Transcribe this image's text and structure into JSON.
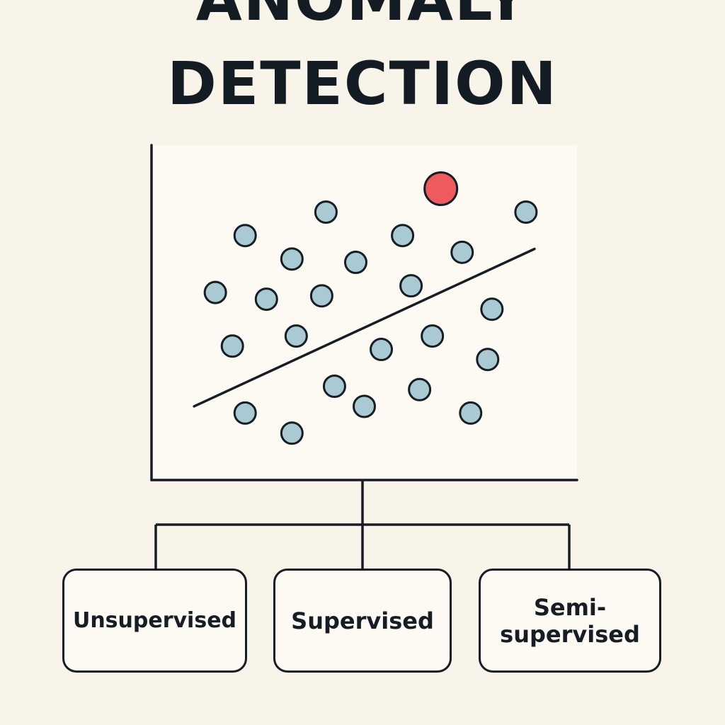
{
  "title": {
    "line1": "ANOMALY",
    "line2": "DETECTION"
  },
  "colors": {
    "background": "#f9f4ea",
    "panel": "#fcfaf3",
    "stroke": "#161d24",
    "normal_point": "#a9c9d3",
    "anomaly_point": "#ef5a5f"
  },
  "chart_data": {
    "type": "scatter",
    "title": "",
    "xlabel": "",
    "ylabel": "",
    "xlim": [
      0,
      10
    ],
    "ylim": [
      0,
      10
    ],
    "grid": false,
    "normal_points": [
      [
        2.2,
        7.3
      ],
      [
        4.1,
        8.0
      ],
      [
        3.3,
        6.6
      ],
      [
        4.8,
        6.5
      ],
      [
        5.9,
        7.3
      ],
      [
        7.3,
        6.8
      ],
      [
        8.8,
        8.0
      ],
      [
        1.5,
        5.6
      ],
      [
        2.7,
        5.4
      ],
      [
        4.0,
        5.5
      ],
      [
        6.1,
        5.8
      ],
      [
        8.0,
        5.1
      ],
      [
        1.9,
        4.0
      ],
      [
        3.4,
        4.3
      ],
      [
        5.4,
        3.9
      ],
      [
        6.6,
        4.3
      ],
      [
        7.9,
        3.6
      ],
      [
        4.3,
        2.8
      ],
      [
        5.0,
        2.2
      ],
      [
        6.3,
        2.7
      ],
      [
        2.2,
        2.0
      ],
      [
        3.3,
        1.4
      ],
      [
        7.5,
        2.0
      ]
    ],
    "anomaly_points": [
      [
        6.8,
        8.7
      ]
    ],
    "trend_line": [
      [
        1.0,
        2.2
      ],
      [
        9.0,
        6.9
      ]
    ]
  },
  "categories": [
    {
      "label": "Unsupervised"
    },
    {
      "label": "Supervised"
    },
    {
      "label": "Semi-\nsupervised"
    }
  ]
}
